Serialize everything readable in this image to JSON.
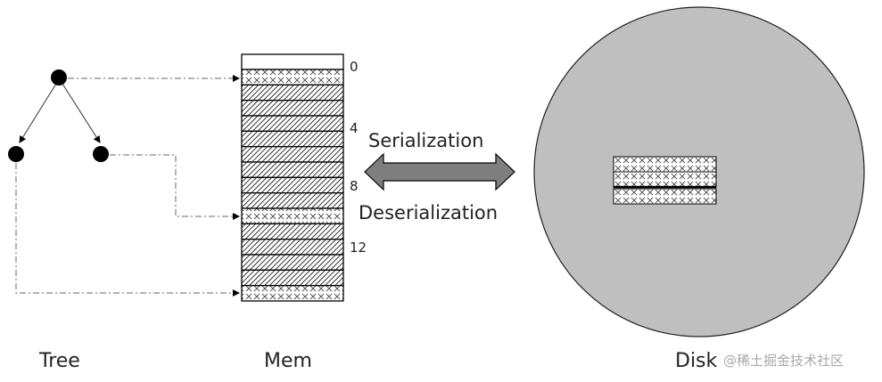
{
  "labels": {
    "tree": "Tree",
    "mem": "Mem",
    "disk": "Disk",
    "serialization": "Serialization",
    "deserialization": "Deserialization",
    "watermark": "@稀土掘金技术社区"
  },
  "memory": {
    "index_labels": [
      "0",
      "4",
      "8",
      "12"
    ],
    "cells": [
      "empty",
      "crosshatch",
      "diagonal",
      "diagonal",
      "diagonal",
      "diagonal",
      "diagonal",
      "diagonal",
      "diagonal",
      "diagonal",
      "crosshatch",
      "diagonal",
      "diagonal",
      "diagonal",
      "diagonal",
      "crosshatch"
    ]
  },
  "tree": {
    "nodes": [
      "root",
      "left-child",
      "right-child"
    ],
    "pointers": [
      {
        "from": "root",
        "to_cell": 1
      },
      {
        "from": "right-child",
        "to_cell": 10
      },
      {
        "from": "left-child",
        "to_cell": 15
      }
    ]
  },
  "disk": {
    "blocks": [
      "crosshatch",
      "crosshatch",
      "crosshatch"
    ]
  },
  "colors": {
    "disk_fill": "#bfbfbf",
    "arrow_fill": "#7f7f7f",
    "stroke": "#000000"
  }
}
